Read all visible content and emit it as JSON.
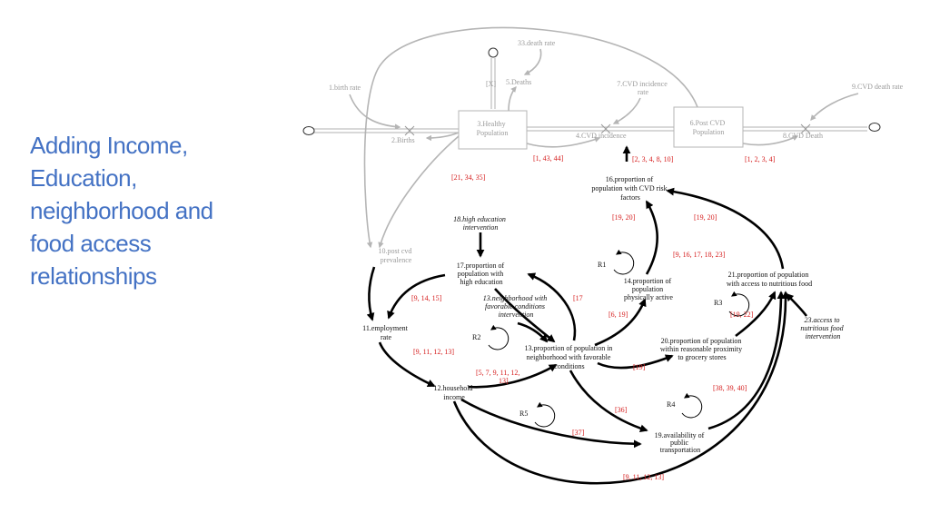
{
  "title_lines": [
    "Adding Income,",
    "Education,",
    "neighborhood and",
    "food access",
    "relationships"
  ],
  "colors": {
    "title": "#4472c4",
    "refs": "#d62020",
    "faded": "#9a9a9a",
    "links": "#000000"
  },
  "grey_labels": {
    "death_rate": "33.death rate",
    "birth_rate": "1.birth rate",
    "deaths": "5.Deaths",
    "cvd_incidence_rate": [
      "7.CVD incidence",
      "rate"
    ],
    "cvd_death_rate": "9.CVD death rate",
    "births": "2.Births",
    "healthy_population": [
      "3.Healthy",
      "Population"
    ],
    "cvd_incidence": "4.CVD incidence",
    "post_cvd_population": [
      "6.Post CVD",
      "Population"
    ],
    "cvd_death": "8.CVD Death",
    "post_cvd_prevalence": [
      "10.post cvd",
      "prevalence"
    ],
    "deaths_valve": "[X]"
  },
  "nodes": {
    "n11": [
      "11.employment",
      "rate"
    ],
    "n12": [
      "12.household",
      "income"
    ],
    "n13": [
      "13.proportion of population in",
      "neighborhood with favorable",
      "conditions"
    ],
    "n14": [
      "14.proportion of",
      "population",
      "physically active"
    ],
    "n16": [
      "16.proportion of",
      "population with CVD risk",
      "factors"
    ],
    "n17": [
      "17.proportion of",
      "population with",
      "high education"
    ],
    "n18": [
      "18.high education",
      "intervention"
    ],
    "n13i": [
      "13.neighborhood with",
      "favorable conditions",
      "intervention"
    ],
    "n19": [
      "19.availability of",
      "public",
      "transportation"
    ],
    "n20": [
      "20.proportion of population",
      "within reasonable proximity",
      "to grocery stores"
    ],
    "n21": [
      "21.proportion of population",
      "with access to nutritious food"
    ],
    "n23": [
      "23.access to",
      "nutritious food",
      "intervention"
    ]
  },
  "loops": [
    "R1",
    "R2",
    "R3",
    "R4",
    "R5"
  ],
  "refs": {
    "r1": "[1, 43, 44]",
    "r2": "[2, 3, 4, 8, 10]",
    "r3": "[1, 2, 3, 4]",
    "r4": "[21, 34, 35]",
    "r5": "[19, 20]",
    "r6": "[19, 20]",
    "r7": "[9, 16, 17, 18, 23]",
    "r8": "[9, 14, 15]",
    "r9": "[17",
    "r10": "[6, 19]",
    "r11": "[19, 22]",
    "r12": "[9, 11, 12, 13]",
    "r13": [
      "[5, 7, 9, 11, 12,",
      "13]"
    ],
    "r14": "[19]",
    "r15": "[38, 39, 40]",
    "r16": "[36]",
    "r17": "[37]",
    "r18": "[9, 11, 12, 13]"
  }
}
